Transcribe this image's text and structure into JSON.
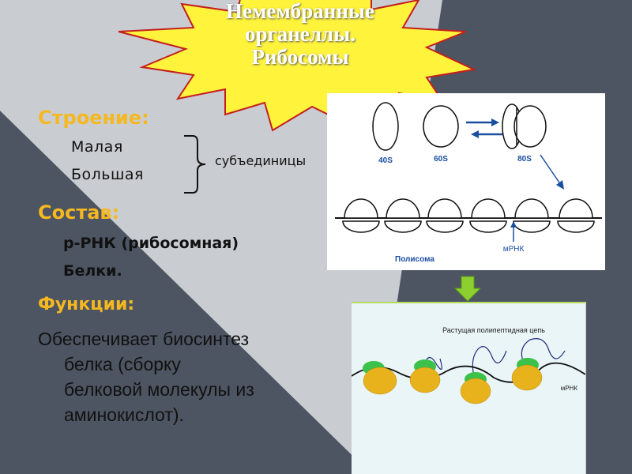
{
  "title": {
    "line1": "Немембранные",
    "line2": "органеллы.",
    "line3": "Рибосомы"
  },
  "structure": {
    "heading": "Строение:",
    "small": "Малая",
    "large": "Большая",
    "bracket_label": "субъединицы"
  },
  "composition": {
    "heading": "Состав:",
    "item1": "р-РНК (рибосомная)",
    "item2": "Белки."
  },
  "functions": {
    "heading": "Функции:",
    "line1": "Обеспечивает биосинтез",
    "line2": "белка (сборку",
    "line3": "белковой молекулы из",
    "line4": "аминокислот)."
  },
  "diagram1": {
    "label_40s": "40S",
    "label_60s": "60S",
    "label_80s": "80S",
    "label_mrna": "мРНК",
    "label_polysome": "Полисома"
  },
  "diagram2": {
    "label_chain": "Растущая полипептидная цепь",
    "label_mrna": "мРНК"
  },
  "colors": {
    "bg_light": "#c9cdd2",
    "bg_dark": "#4d5562",
    "heading": "#f5b820",
    "star_fill": "#fff33b",
    "star_stroke": "#c41e1e",
    "arrow": "#8ccf2e",
    "diagram_blue": "#1a4fa0"
  }
}
